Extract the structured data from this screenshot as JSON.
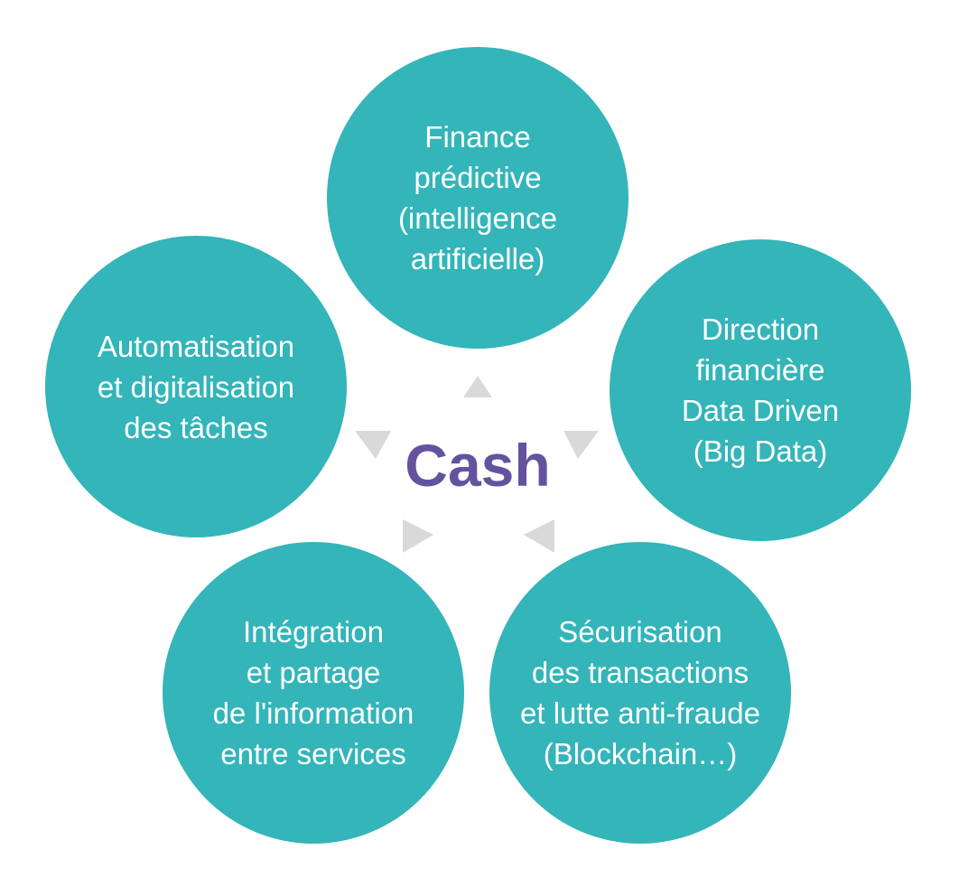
{
  "center_label": "Cash",
  "colors": {
    "circle": "#33b5b9",
    "center_text": "#63539f",
    "arrow": "#d9d9d9"
  },
  "nodes": [
    {
      "lines": [
        "Finance",
        "prédictive",
        "(intelligence",
        "artificielle)"
      ]
    },
    {
      "lines": [
        "Direction",
        "financière",
        "Data Driven",
        "(Big Data)"
      ]
    },
    {
      "lines": [
        "Sécurisation",
        "des transactions",
        "et lutte anti-fraude",
        "(Blockchain…)"
      ]
    },
    {
      "lines": [
        "Intégration",
        "et partage",
        "de l'information",
        "entre services"
      ]
    },
    {
      "lines": [
        "Automatisation",
        "et digitalisation",
        "des tâches"
      ]
    }
  ]
}
